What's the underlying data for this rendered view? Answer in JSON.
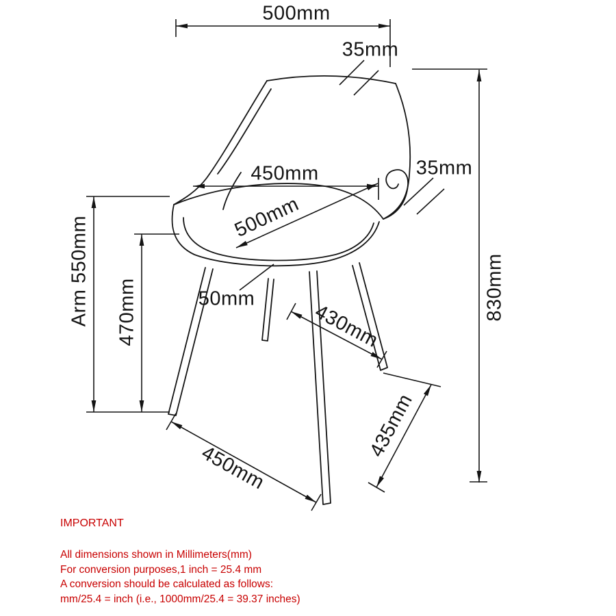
{
  "drawing": {
    "type": "chair-dimension-diagram",
    "line_color": "#141414",
    "dimensions": {
      "top_width": "500mm",
      "back_thickness": "35mm",
      "seat_width": "450mm",
      "arm_thickness": "35mm",
      "seat_diagonal": "500mm",
      "arm_height": "Arm 550mm",
      "seat_height": "470mm",
      "cushion_thickness": "50mm",
      "rear_leg": "430mm",
      "overall_height": "830mm",
      "front_width": "450mm",
      "front_leg": "435mm"
    }
  },
  "notes": {
    "heading": "IMPORTANT",
    "color": "#c80000",
    "lines": [
      "All dimensions shown in Millimeters(mm)",
      "For conversion purposes,1 inch = 25.4 mm",
      "A conversion should be calculated as follows:",
      "mm/25.4 = inch (i.e., 1000mm/25.4 = 39.37 inches)"
    ]
  }
}
